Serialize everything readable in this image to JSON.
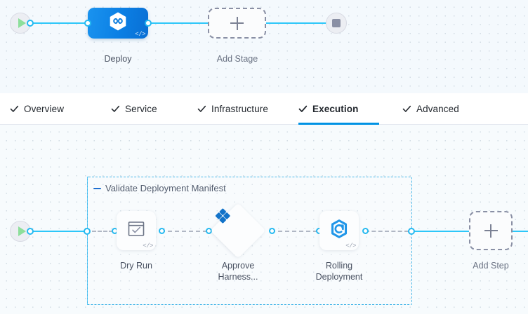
{
  "stage_graph": {
    "start_node": {
      "icon": "play-icon"
    },
    "end_node": {
      "icon": "stop-icon"
    },
    "nodes": [
      {
        "label": "Deploy",
        "icon": "harness-logo-icon",
        "badge": "</>",
        "type": "stage",
        "selected": true
      },
      {
        "label": "Add Stage",
        "icon": "plus-icon",
        "type": "add"
      }
    ]
  },
  "tabs": [
    {
      "label": "Overview",
      "icon": "check-icon",
      "active": false
    },
    {
      "label": "Service",
      "icon": "check-icon",
      "active": false
    },
    {
      "label": "Infrastructure",
      "icon": "check-icon",
      "active": false
    },
    {
      "label": "Execution",
      "icon": "check-icon",
      "active": true
    },
    {
      "label": "Advanced",
      "icon": "check-icon",
      "active": false
    }
  ],
  "execution_graph": {
    "start_node": {
      "icon": "play-icon"
    },
    "group": {
      "title": "Validate Deployment Manifest",
      "collapse_icon": "minus-icon"
    },
    "steps": [
      {
        "label": "Dry Run",
        "icon": "checkbox-window-icon",
        "badge": "</>",
        "shape": "rounded"
      },
      {
        "label": "Approve Harness...",
        "label_line1": "Approve",
        "label_line2": "Harness...",
        "icon": "approval-diamonds-icon",
        "shape": "diamond"
      },
      {
        "label": "Rolling Deployment",
        "label_line1": "Rolling",
        "label_line2": "Deployment",
        "icon": "kubernetes-rolling-icon",
        "badge": "</>",
        "shape": "rounded"
      }
    ],
    "add_step": {
      "label": "Add Step",
      "icon": "plus-icon"
    }
  },
  "colors": {
    "accent_blue": "#0092e4",
    "connector_blue": "#2dc7f9",
    "stage_blue": "#0b7fe4",
    "group_border": "#46b6e8",
    "canvas_bg": "#f6fafd",
    "dashed_gray": "#8a90a5",
    "play_green": "#8ddf9b"
  }
}
